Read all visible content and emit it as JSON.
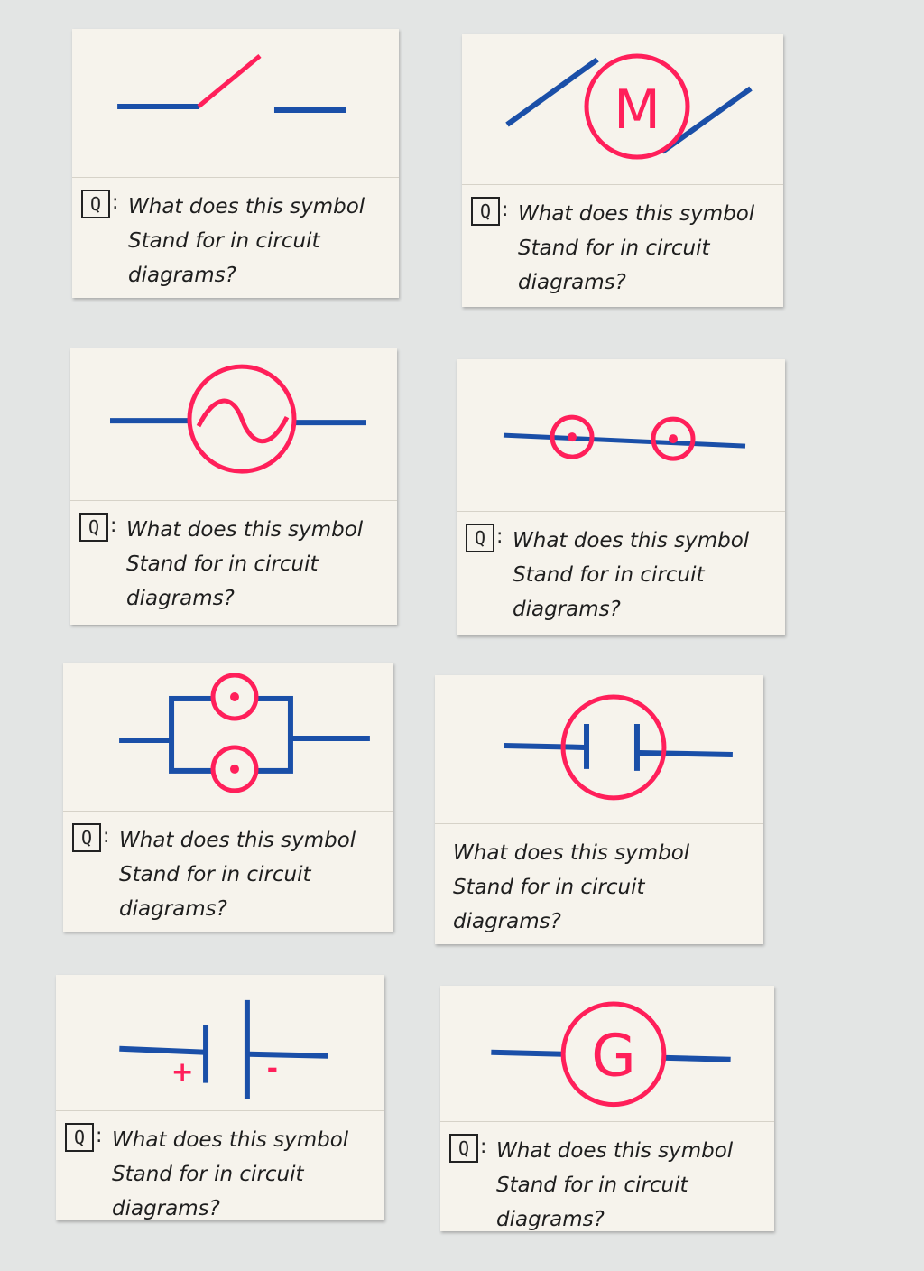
{
  "cards": [
    {
      "q": "Q",
      "lines": [
        "What does this symbol",
        "Stand for in circuit",
        "diagrams?"
      ]
    },
    {
      "q": "Q",
      "lines": [
        "What does this symbol",
        "Stand for in circuit",
        "diagrams?"
      ]
    },
    {
      "q": "Q",
      "lines": [
        "What does this symbol",
        "Stand for in circuit",
        "diagrams?"
      ]
    },
    {
      "q": "Q",
      "lines": [
        "What does this symbol",
        "Stand for in circuit",
        "diagrams?"
      ]
    },
    {
      "q": "Q",
      "lines": [
        "What does this symbol",
        "Stand for in circuit",
        "diagrams?"
      ]
    },
    {
      "q": "",
      "lines": [
        "What does this symbol",
        "Stand for in circuit",
        "diagrams?"
      ]
    },
    {
      "q": "Q",
      "lines": [
        "What does this symbol",
        "Stand for in circuit",
        "diagrams?"
      ]
    },
    {
      "q": "Q",
      "lines": [
        "What does this symbol",
        "Stand for in circuit",
        "diagrams?"
      ]
    }
  ],
  "symbols": {
    "motor_letter": "M",
    "generator_letter": "G",
    "battery_plus": "+",
    "battery_minus": "-"
  },
  "colors": {
    "wire": "#1a4fa8",
    "component": "#ff1f5a",
    "ink": "#1e1e1e",
    "card": "#f6f3ec"
  }
}
